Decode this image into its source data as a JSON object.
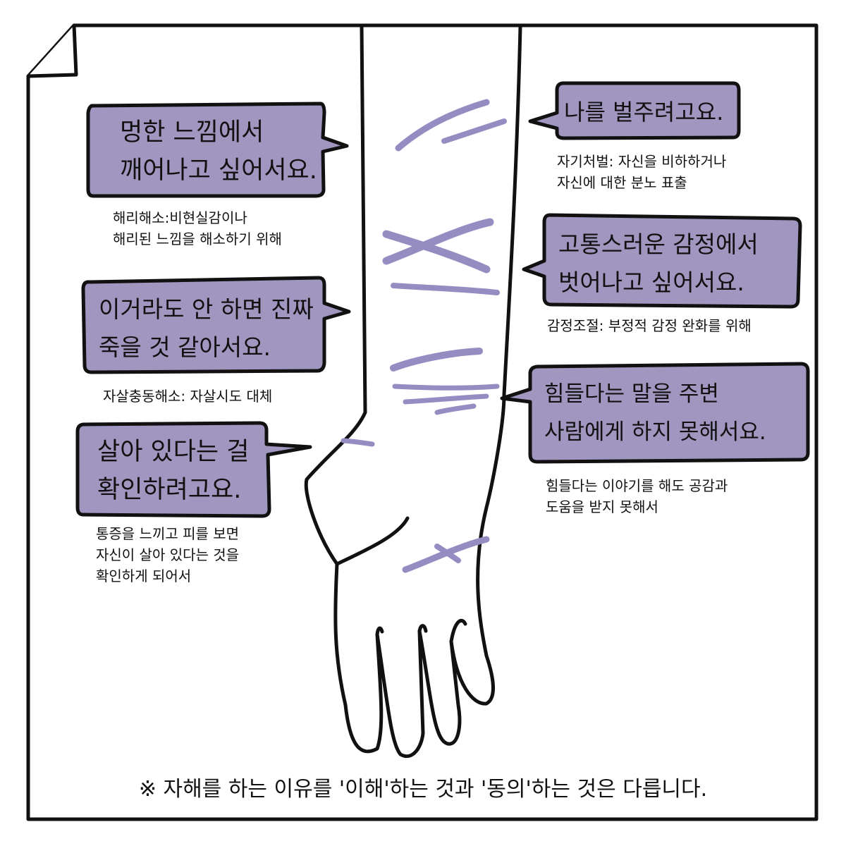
{
  "colors": {
    "bubble_fill": "#a096c0",
    "scar": "#958dc2",
    "outline": "#111111",
    "page": "#ffffff"
  },
  "bubbles": [
    {
      "id": "dissociation",
      "lines": [
        "멍한 느낌에서",
        "깨어나고 싶어서요."
      ],
      "note_lines": [
        "해리해소:비현실감이나",
        "해리된 느낌을 해소하기 위해"
      ]
    },
    {
      "id": "suicide-impulse",
      "lines": [
        "이거라도 안 하면 진짜",
        "죽을 것 같아서요."
      ],
      "note_lines": [
        "자살충동해소: 자살시도 대체"
      ]
    },
    {
      "id": "feel-alive",
      "lines": [
        "살아 있다는 걸",
        "확인하려고요."
      ],
      "note_lines": [
        "통증을 느끼고 피를 보면",
        "자신이 살아 있다는 것을",
        "확인하게 되어서"
      ]
    },
    {
      "id": "self-punish",
      "lines": [
        "나를 벌주려고요."
      ],
      "note_lines": [
        "자기처벌: 자신을 비하하거나",
        "자신에 대한 분노 표출"
      ]
    },
    {
      "id": "emotion-regulation",
      "lines": [
        "고통스러운 감정에서",
        "벗어나고 싶어서요."
      ],
      "note_lines": [
        "감정조절: 부정적 감정 완화를 위해"
      ]
    },
    {
      "id": "cannot-tell",
      "lines": [
        "힘들다는 말을 주변",
        "사람에게 하지 못해서요."
      ],
      "note_lines": [
        "힘들다는 이야기를 해도 공감과",
        "도움을 받지 못해서"
      ]
    }
  ],
  "footer": "※ 자해를 하는 이유를 '이해'하는 것과 '동의'하는 것은 다릅니다."
}
